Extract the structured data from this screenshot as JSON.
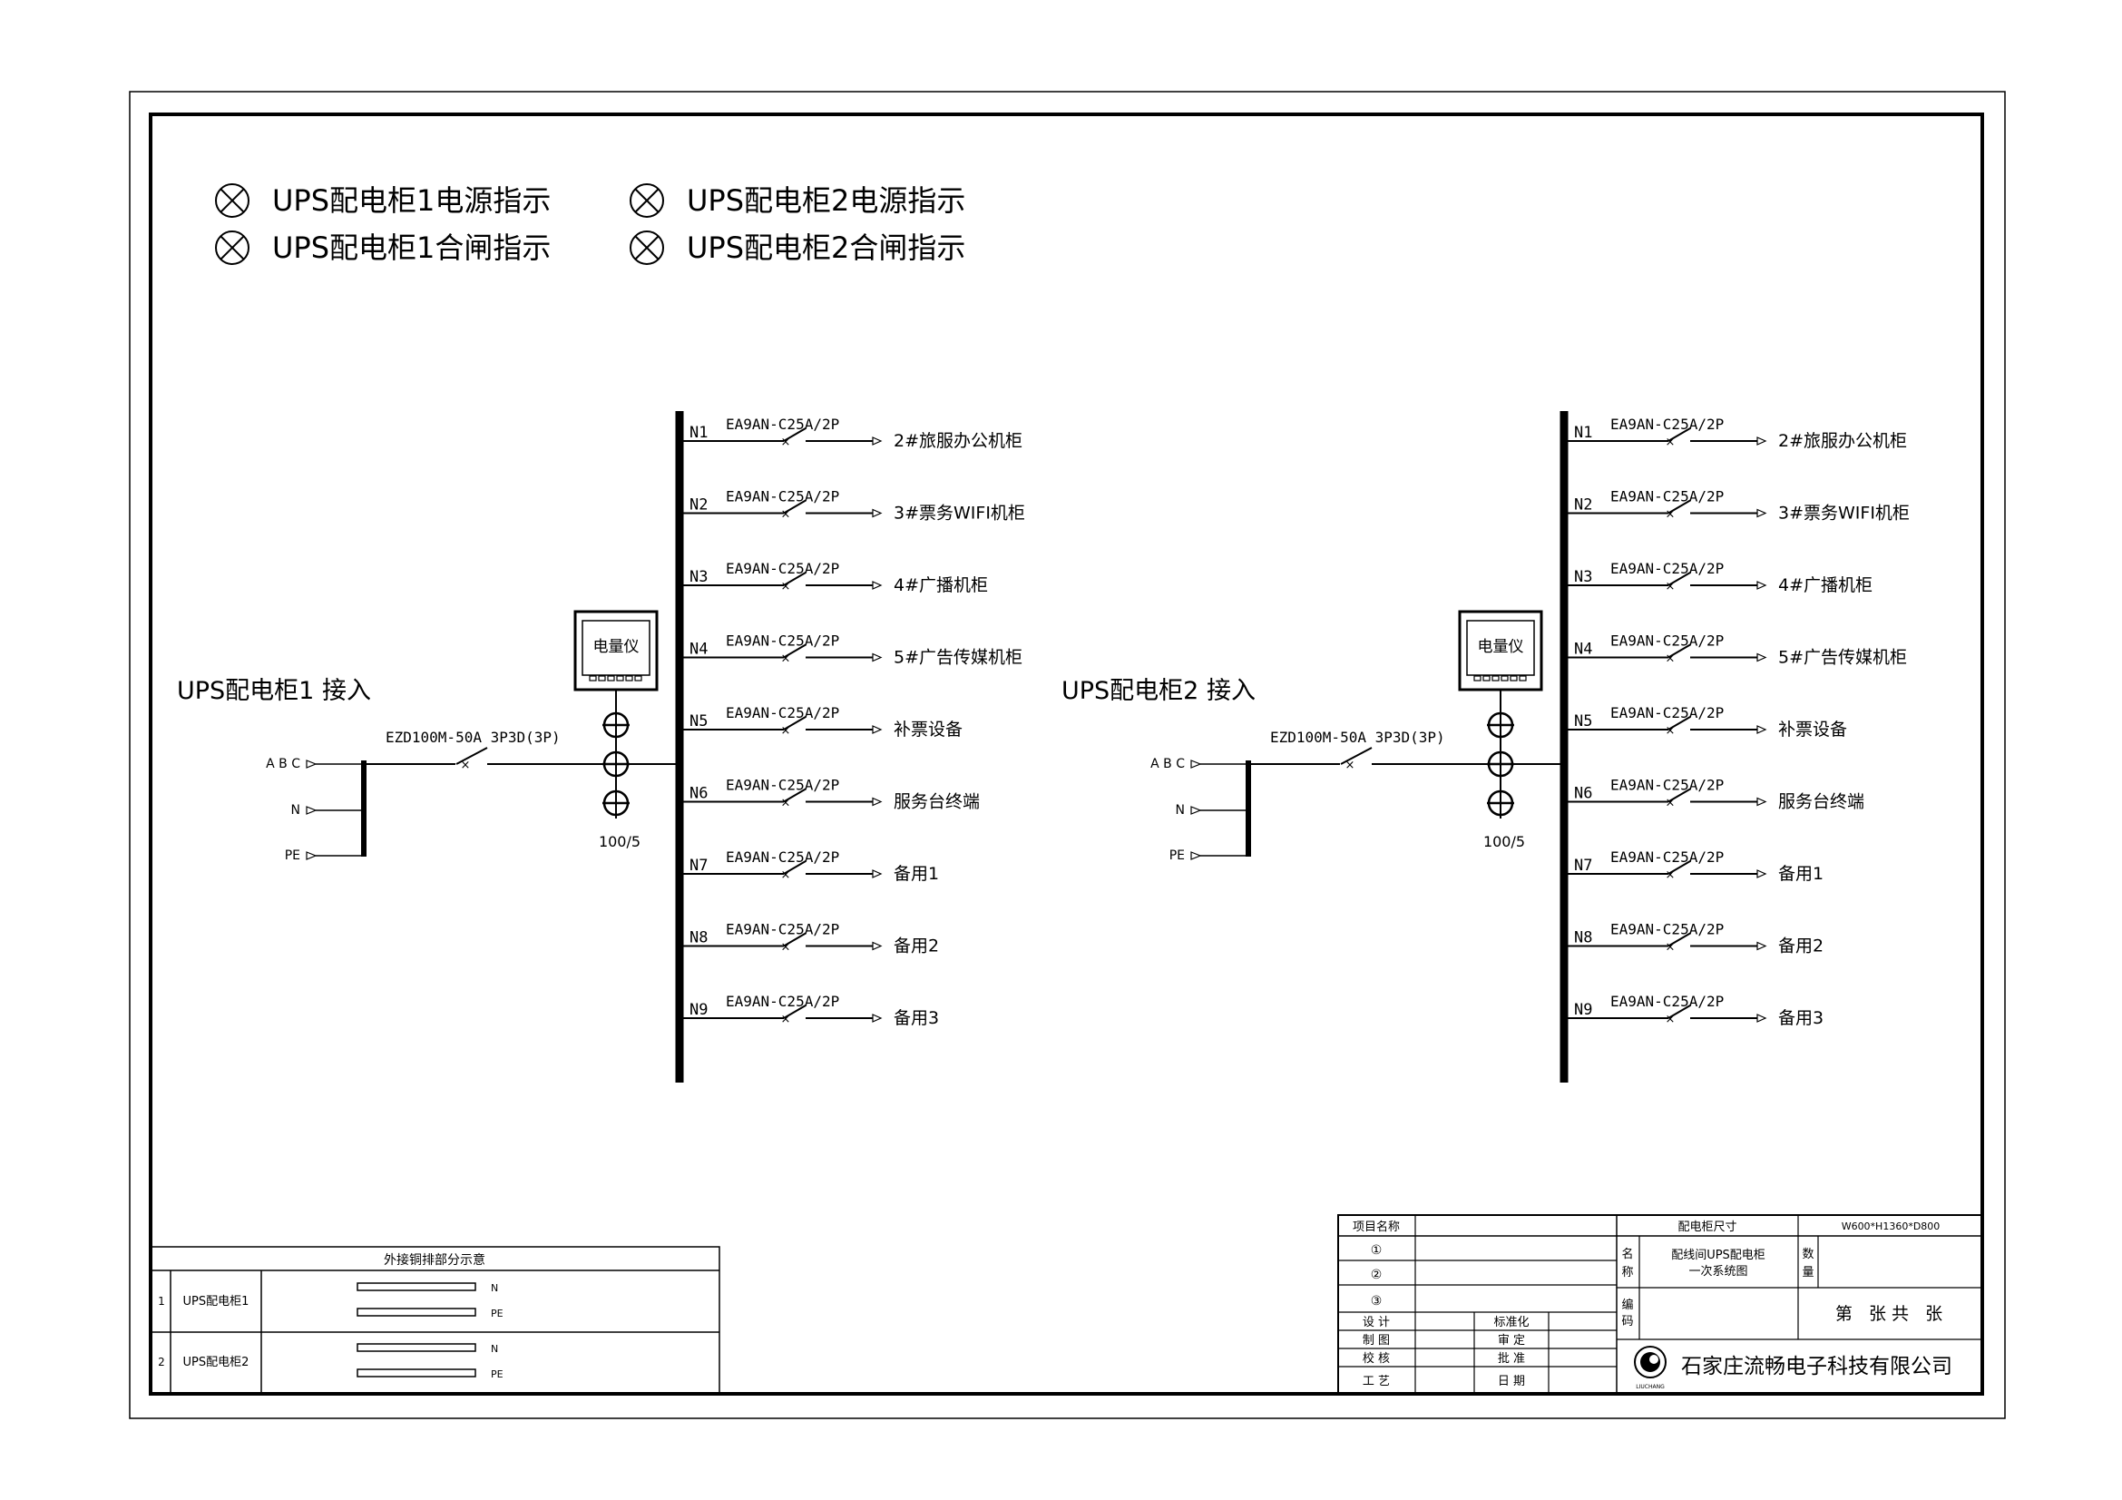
{
  "legend": {
    "items": [
      "UPS配电柜1电源指示",
      "UPS配电柜2电源指示",
      "UPS配电柜1合闸指示",
      "UPS配电柜2合闸指示"
    ]
  },
  "cabinets": [
    {
      "title": "UPS配电柜1 接入",
      "main_breaker": "EZD100M-50A 3P3D(3P)",
      "meter_label": "电量仪",
      "ct_ratio": "100/5",
      "inputs": [
        "A B C",
        "N",
        "PE"
      ],
      "circuits": [
        {
          "id": "N1",
          "breaker": "EA9AN-C25A/2P",
          "load": "2#旅服办公机柜"
        },
        {
          "id": "N2",
          "breaker": "EA9AN-C25A/2P",
          "load": "3#票务WIFI机柜"
        },
        {
          "id": "N3",
          "breaker": "EA9AN-C25A/2P",
          "load": "4#广播机柜"
        },
        {
          "id": "N4",
          "breaker": "EA9AN-C25A/2P",
          "load": "5#广告传媒机柜"
        },
        {
          "id": "N5",
          "breaker": "EA9AN-C25A/2P",
          "load": "补票设备"
        },
        {
          "id": "N6",
          "breaker": "EA9AN-C25A/2P",
          "load": "服务台终端"
        },
        {
          "id": "N7",
          "breaker": "EA9AN-C25A/2P",
          "load": "备用1"
        },
        {
          "id": "N8",
          "breaker": "EA9AN-C25A/2P",
          "load": "备用2"
        },
        {
          "id": "N9",
          "breaker": "EA9AN-C25A/2P",
          "load": "备用3"
        }
      ]
    },
    {
      "title": "UPS配电柜2 接入",
      "main_breaker": "EZD100M-50A 3P3D(3P)",
      "meter_label": "电量仪",
      "ct_ratio": "100/5",
      "inputs": [
        "A B C",
        "N",
        "PE"
      ],
      "circuits": [
        {
          "id": "N1",
          "breaker": "EA9AN-C25A/2P",
          "load": "2#旅服办公机柜"
        },
        {
          "id": "N2",
          "breaker": "EA9AN-C25A/2P",
          "load": "3#票务WIFI机柜"
        },
        {
          "id": "N3",
          "breaker": "EA9AN-C25A/2P",
          "load": "4#广播机柜"
        },
        {
          "id": "N4",
          "breaker": "EA9AN-C25A/2P",
          "load": "5#广告传媒机柜"
        },
        {
          "id": "N5",
          "breaker": "EA9AN-C25A/2P",
          "load": "补票设备"
        },
        {
          "id": "N6",
          "breaker": "EA9AN-C25A/2P",
          "load": "服务台终端"
        },
        {
          "id": "N7",
          "breaker": "EA9AN-C25A/2P",
          "load": "备用1"
        },
        {
          "id": "N8",
          "breaker": "EA9AN-C25A/2P",
          "load": "备用2"
        },
        {
          "id": "N9",
          "breaker": "EA9AN-C25A/2P",
          "load": "备用3"
        }
      ]
    }
  ],
  "busbar_table": {
    "title": "外接铜排部分示意",
    "rows": [
      {
        "no": "1",
        "name": "UPS配电柜1",
        "bars": [
          "N",
          "PE"
        ]
      },
      {
        "no": "2",
        "name": "UPS配电柜2",
        "bars": [
          "N",
          "PE"
        ]
      }
    ]
  },
  "title_block": {
    "project_name_label": "项目名称",
    "circled": [
      "①",
      "②",
      "③"
    ],
    "size_label": "配电柜尺寸",
    "size_value": "W600*H1360*D800",
    "name_label": "名\n称",
    "name_value_1": "配线间UPS配电柜",
    "name_value_2": "一次系统图",
    "qty_label": "数\n量",
    "code_label": "编\n码",
    "sheet_text": "第   张 共   张",
    "roles_left": [
      "设 计",
      "制 图",
      "校 核",
      "工 艺"
    ],
    "roles_right": [
      "标准化",
      "审 定",
      "批 准",
      "日 期"
    ],
    "company": "石家庄流畅电子科技有限公司",
    "logo_text": "LIUCHANG"
  }
}
